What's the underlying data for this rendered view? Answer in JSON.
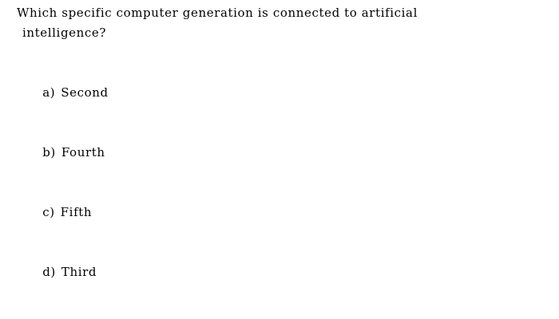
{
  "question": {
    "line1": "Which specific computer generation is connected to artificial",
    "line2": "intelligence?"
  },
  "options": [
    {
      "letter": "a)",
      "text": "Second"
    },
    {
      "letter": "b)",
      "text": "Fourth"
    },
    {
      "letter": "c)",
      "text": "Fifth"
    },
    {
      "letter": "d)",
      "text": "Third"
    }
  ]
}
